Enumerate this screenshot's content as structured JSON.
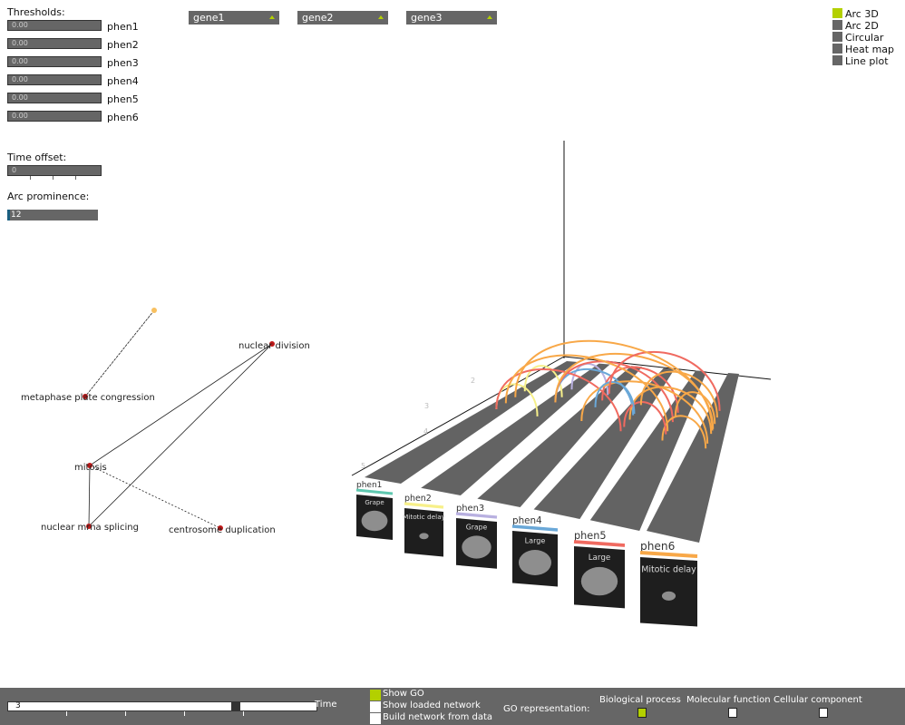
{
  "thresholds": {
    "label": "Thresholds:",
    "items": [
      {
        "value": "0.00",
        "name": "phen1"
      },
      {
        "value": "0.00",
        "name": "phen2"
      },
      {
        "value": "0.00",
        "name": "phen3"
      },
      {
        "value": "0.00",
        "name": "phen4"
      },
      {
        "value": "0.00",
        "name": "phen5"
      },
      {
        "value": "0.00",
        "name": "phen6"
      }
    ]
  },
  "time_offset": {
    "label": "Time offset:",
    "value": "0"
  },
  "arc_prominence": {
    "label": "Arc prominence:",
    "value": "12"
  },
  "genes": [
    "gene1",
    "gene2",
    "gene3"
  ],
  "views": {
    "items": [
      "Arc 3D",
      "Arc 2D",
      "Circular",
      "Heat map",
      "Line plot"
    ],
    "selected": "Arc 3D"
  },
  "colors": {
    "accent": "#b3d000",
    "panel": "#666666",
    "phen1": "#5fc8b0",
    "phen2": "#f7f08a",
    "phen3": "#b8b0e0",
    "phen4": "#6aa8d8",
    "phen5": "#f06a60",
    "phen6": "#f8a848"
  },
  "network": {
    "nodes": [
      "nuclear division",
      "metaphase plate congression",
      "mitosis",
      "nuclear mrna splicing",
      "centrosome duplication"
    ]
  },
  "axis_ticks": [
    "2",
    "3",
    "4",
    "5"
  ],
  "cards": [
    {
      "name": "phen1",
      "text": "Grape"
    },
    {
      "name": "phen2",
      "text": "Mitotic delay"
    },
    {
      "name": "phen3",
      "text": "Grape"
    },
    {
      "name": "phen4",
      "text": "Large"
    },
    {
      "name": "phen5",
      "text": "Large"
    },
    {
      "name": "phen6",
      "text": "Mitotic delay"
    }
  ],
  "bottom": {
    "time_value": "3",
    "time_label": "Time",
    "time_fraction": 0.5,
    "checks": [
      {
        "label": "Show GO",
        "checked": true
      },
      {
        "label": "Show loaded network",
        "checked": false
      },
      {
        "label": "Build network from data",
        "checked": false
      }
    ],
    "go_label": "GO representation:",
    "go_options": [
      {
        "label": "Biological process",
        "checked": true
      },
      {
        "label": "Molecular function",
        "checked": false
      },
      {
        "label": "Cellular component",
        "checked": false
      }
    ]
  }
}
